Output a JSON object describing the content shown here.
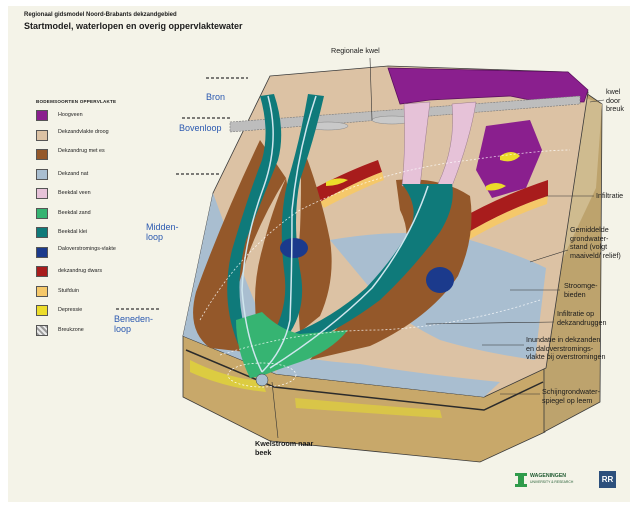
{
  "header": {
    "supertitle": "Regionaal gidsmodel Noord-Brabants dekzandgebied",
    "title": "Startmodel, waterlopen en overig oppervlaktewater"
  },
  "legend": {
    "title": "BODEMSOORTEN OPPERVLAKTE",
    "items": [
      {
        "label": "Hoogveen",
        "color": "#8a1f8e"
      },
      {
        "label": "Dekzandvlakte droog",
        "color": "#dcc2a4"
      },
      {
        "label": "Dekzandrug met es",
        "color": "#94582a"
      },
      {
        "label": "Dekzand nat",
        "color": "#a9bed0"
      },
      {
        "label": "Beekdal veen",
        "color": "#e6c2d8"
      },
      {
        "label": "Beekdal zand",
        "color": "#36b472"
      },
      {
        "label": "Beekdal klei",
        "color": "#0f7a7a"
      },
      {
        "label": "Daloverstromings-vlakte",
        "color": "#1b3a8c"
      },
      {
        "label": "dekzandrug dwars",
        "color": "#a81c1c"
      },
      {
        "label": "Stuifduin",
        "color": "#f5c86a"
      },
      {
        "label": "Depressie",
        "color": "#ecdc2a"
      },
      {
        "label": "Breukzone",
        "color": "#b4b4b4"
      }
    ]
  },
  "stream_sections": {
    "bron": "Bron",
    "bovenloop": "Bovenloop",
    "middenloop": "Midden-\nloop",
    "benedenloop": "Beneden-\nloop"
  },
  "annotations": {
    "regionale_kwel": "Regionale kwel",
    "kwel_door_breuk": "kwel\ndoor\nbreuk",
    "infiltratie": "Infiltratie",
    "grondwaterstand": "Gemiddelde\ngrondwater-\nstand (volgt\nmaaiveld/ reliëf)",
    "stroomgebieden": "Stroomge-\nbieden",
    "infiltratie_dekzandruggen": "Infiltratie op\ndekzandruggen",
    "inundatie": "Inundatie in dekzanden\nen daloverstromings-\nvlakte bij overstromingen",
    "schijngrondwater": "Schijngrondwater-\nspiegel op leem",
    "kwelstroom": "Kwelstroom naar\nbeek"
  },
  "logos": {
    "wageningen": "WAGENINGEN",
    "wageningen_sub": "UNIVERSITY & RESEARCH",
    "rr": "RR"
  }
}
